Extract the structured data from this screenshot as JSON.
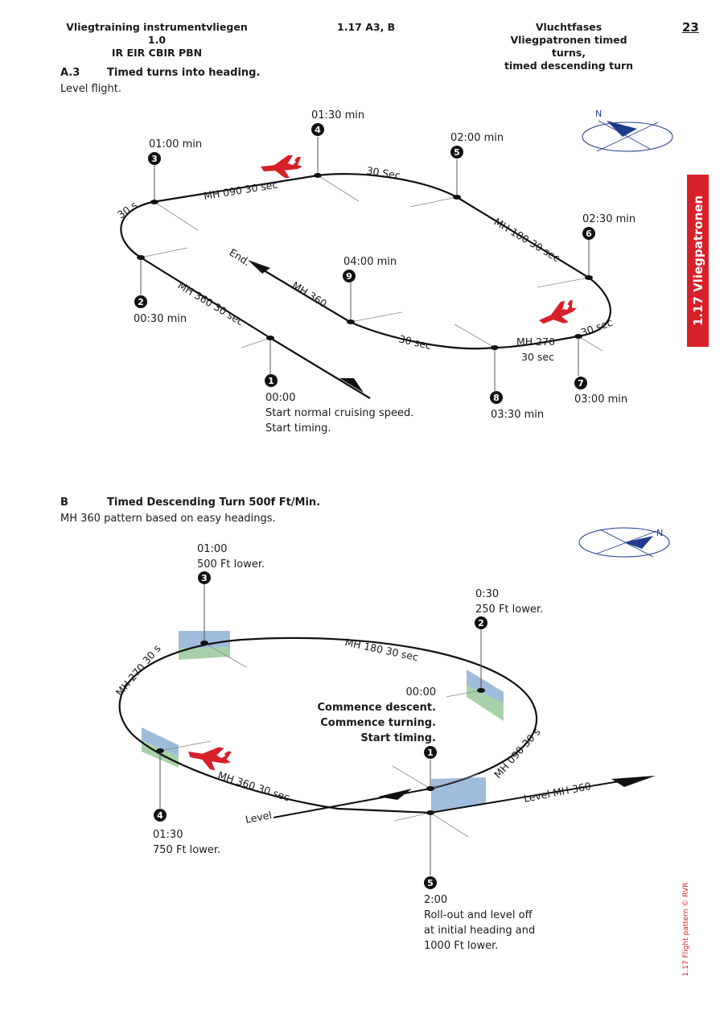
{
  "header": {
    "left_line1": "Vliegtraining instrumentvliegen 1.0",
    "left_line2": "IR EIR CBIR PBN",
    "center": "1.17  A3, B",
    "right_line1": "Vluchtfases",
    "right_line2": "Vliegpatronen timed turns,",
    "right_line3": "timed descending turn",
    "page_number": "23"
  },
  "side_tab": "1.17 Vliegpatronen",
  "credit": "1.17 Flight pattern © RVR",
  "colors": {
    "accent_red": "#d6202a",
    "compass_blue": "#1f3b8c",
    "plane_blue": "#7fa6cf",
    "plane_green": "#8cc28c"
  },
  "section_a": {
    "number": "A.3",
    "title": "Timed turns into heading.",
    "subtitle": "Level flight.",
    "compass_north": "N",
    "end_label": "End.",
    "points": [
      {
        "n": "1",
        "time": "00:00",
        "desc1": "Start normal cruising speed.",
        "desc2": "Start timing."
      },
      {
        "n": "2",
        "time": "00:30 min"
      },
      {
        "n": "3",
        "time": "01:00 min"
      },
      {
        "n": "4",
        "time": "01:30 min"
      },
      {
        "n": "5",
        "time": "02:00 min"
      },
      {
        "n": "6",
        "time": "02:30 min"
      },
      {
        "n": "7",
        "time": "03:00 min"
      },
      {
        "n": "8",
        "time": "03:30 min"
      },
      {
        "n": "9",
        "time": "04:00 min"
      }
    ],
    "routes": {
      "mh360_30": "MH 360 30 sec",
      "turn1": "30 s",
      "mh090": "MH 090 30 sec",
      "turn2": "30 Sec",
      "mh180": "MH 180 30 sec",
      "turn3": "30 sec",
      "mh270_a": "MH 270",
      "mh270_b": "30 sec",
      "turn4": "30 sec",
      "mh360": "MH 360"
    }
  },
  "section_b": {
    "number": "B",
    "title": "Timed Descending Turn 500f Ft/Min.",
    "subtitle": "MH 360 pattern based on easy headings.",
    "compass_north": "N",
    "start_time": "00:00",
    "start_line1": "Commence descent.",
    "start_line2": "Commence turning.",
    "start_line3": "Start timing.",
    "points": [
      {
        "n": "1"
      },
      {
        "n": "2",
        "time": "0:30",
        "desc": "250 Ft lower."
      },
      {
        "n": "3",
        "time": "01:00",
        "desc": "500 Ft lower."
      },
      {
        "n": "4",
        "time": "01:30",
        "desc": "750 Ft lower."
      },
      {
        "n": "5",
        "time": "2:00",
        "desc1": "Roll-out and level off",
        "desc2": "at initial heading and",
        "desc3": "1000 Ft lower."
      }
    ],
    "routes": {
      "mh180": "MH 180 30 sec",
      "mh270": "MH 270 30 s",
      "mh090": "MH 090 30 s",
      "mh360": "MH 360 30 sec",
      "level": "Level",
      "level_mh360": "Level MH 360"
    }
  }
}
